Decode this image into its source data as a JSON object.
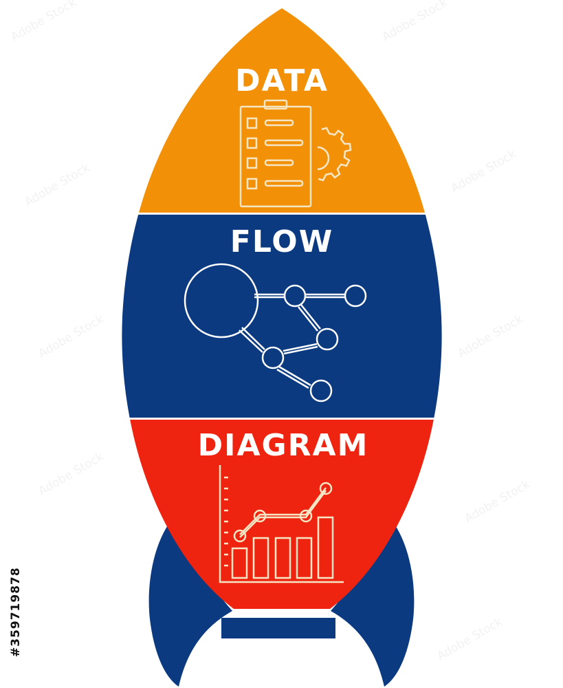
{
  "sections": {
    "top": {
      "label": "DATA"
    },
    "middle": {
      "label": "FLOW"
    },
    "bottom": {
      "label": "DIAGRAM"
    }
  },
  "stock_id": "#359719878",
  "watermark": "Adobe Stock",
  "colors": {
    "orange": "#F29108",
    "navy": "#0B3A80",
    "red": "#EE2411",
    "line": "#F5E7C5",
    "background": "#FFFFFF"
  },
  "icons": {
    "top": "clipboard-gear-icon",
    "middle": "node-network-icon",
    "bottom": "growth-chart-icon"
  }
}
